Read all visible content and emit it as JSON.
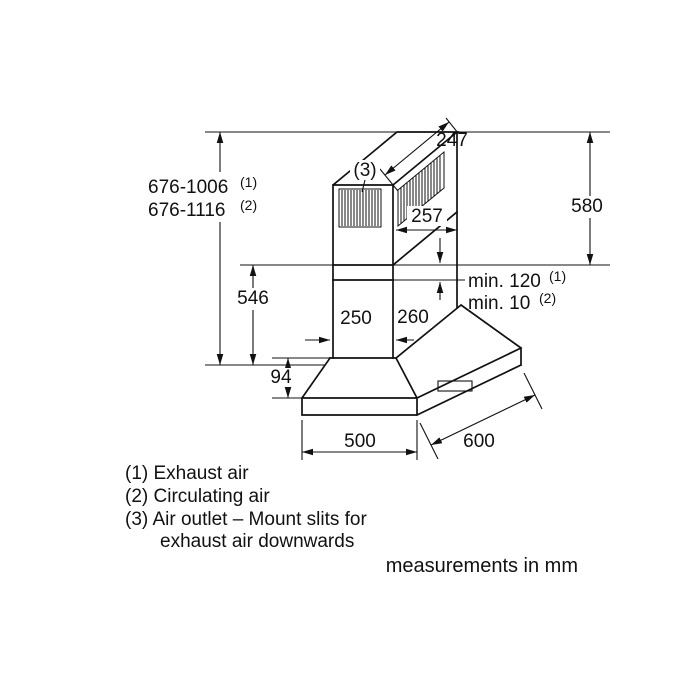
{
  "diagram": {
    "dimensions": {
      "top_width": "247",
      "outlet_ref": "(3)",
      "height_range_1": {
        "value": "676-1006",
        "ref": "(1)"
      },
      "height_range_2": {
        "value": "676-1116",
        "ref": "(2)"
      },
      "upper_chimney_height": "580",
      "upper_chimney_depth": "257",
      "min_clearance_1": {
        "value": "min. 120",
        "ref": "(1)"
      },
      "min_clearance_2": {
        "value": "min. 10",
        "ref": "(2)"
      },
      "lower_chimney_height": "546",
      "duct_depth_inner": "250",
      "duct_depth_outer": "260",
      "canopy_height": "94",
      "hood_depth": "500",
      "hood_width": "600"
    },
    "legend": {
      "item1": "(1) Exhaust air",
      "item2": "(2) Circulating air",
      "item3": "(3) Air outlet – Mount slits for",
      "item3b": "exhaust air downwards",
      "units_note": "measurements in mm"
    }
  }
}
